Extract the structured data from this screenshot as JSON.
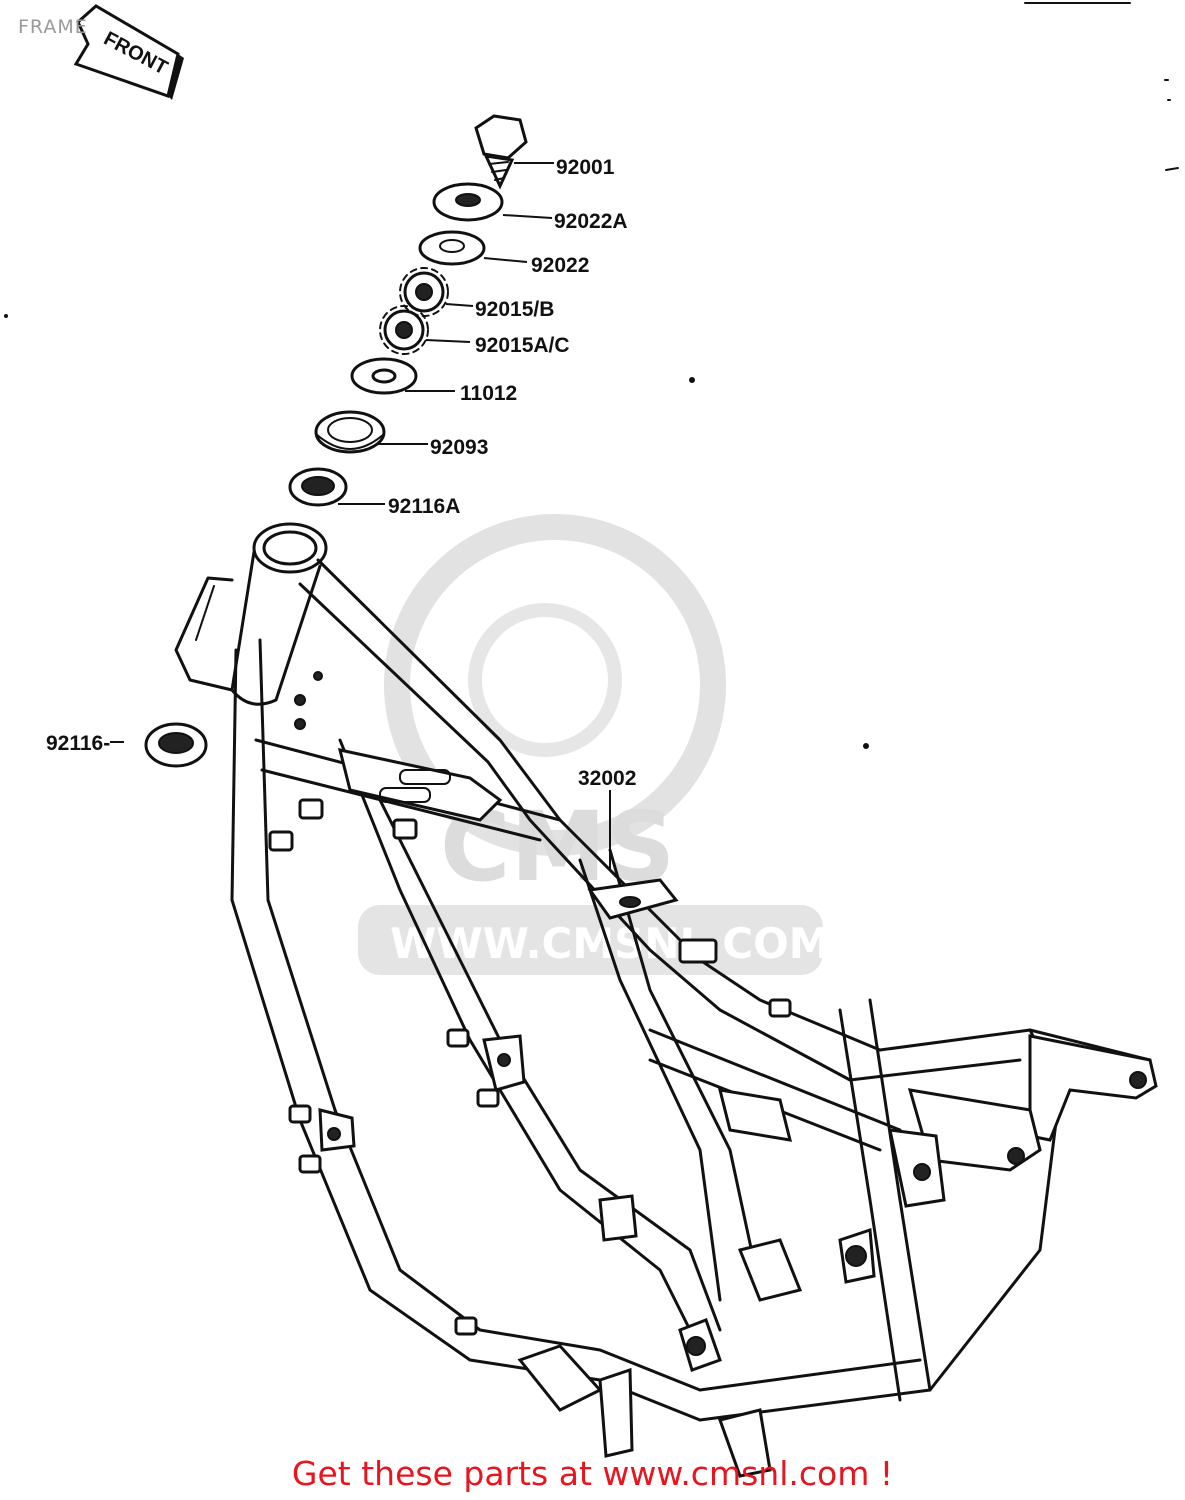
{
  "page": {
    "title": "FRAME",
    "badge_text": "FRONT",
    "footer_text": "Get these parts at www.cmsnl.com !"
  },
  "watermark": {
    "brand": "CMS",
    "url": "WWW.CMSNL.COM"
  },
  "parts": [
    {
      "number": "92001"
    },
    {
      "number": "92022A"
    },
    {
      "number": "92022"
    },
    {
      "number": "92015/B"
    },
    {
      "number": "92015A/C"
    },
    {
      "number": "11012"
    },
    {
      "number": "92093"
    },
    {
      "number": "92116A"
    },
    {
      "number": "92116-"
    },
    {
      "number": "32002"
    }
  ],
  "colors": {
    "ink": "#111111",
    "watermark": "#e2e2e2",
    "footer": "#e8141e"
  }
}
